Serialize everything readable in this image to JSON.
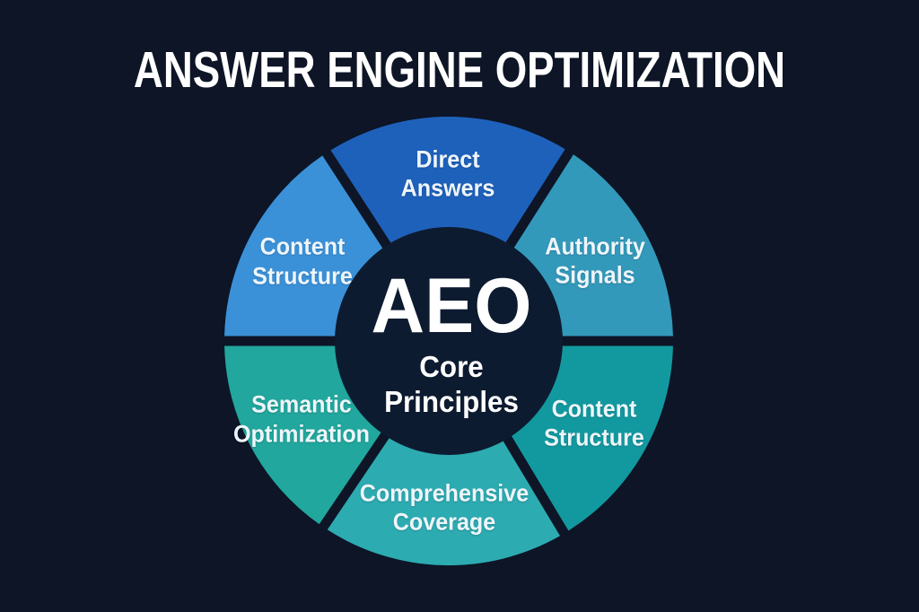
{
  "title": "ANSWER ENGINE OPTIMIZATION",
  "center": {
    "acronym": "AEO",
    "subtitle_lines": [
      "Core",
      "Principles"
    ]
  },
  "colors": {
    "background": "#0d1526",
    "center_circle": "#0d1b30",
    "title_text": "#ffffff",
    "label_text": "#eef5fa"
  },
  "diagram": {
    "type": "donut-segments",
    "segments": [
      {
        "id": "direct-answers",
        "label_lines": [
          "Direct",
          "Answers"
        ],
        "color": "#1e61bb",
        "start_angle": 57.5,
        "end_angle": 123
      },
      {
        "id": "authority-signals",
        "label_lines": [
          "Authority",
          "Signals"
        ],
        "color": "#3399bb",
        "start_angle": 0,
        "end_angle": 57.5
      },
      {
        "id": "content-structure-right",
        "label_lines": [
          "Content",
          "Structure"
        ],
        "color": "#12999f",
        "start_angle": 301,
        "end_angle": 360
      },
      {
        "id": "comprehensive-coverage",
        "label_lines": [
          "Comprehensive",
          "Coverage"
        ],
        "color": "#2cabb1",
        "start_angle": 236,
        "end_angle": 301
      },
      {
        "id": "semantic-optimization",
        "label_lines": [
          "Semantic",
          "Optimization"
        ],
        "color": "#21a79d",
        "start_angle": 180,
        "end_angle": 236
      },
      {
        "id": "content-structure-left",
        "label_lines": [
          "Content",
          "Structure"
        ],
        "color": "#3a91d8",
        "start_angle": 123,
        "end_angle": 180
      }
    ]
  }
}
